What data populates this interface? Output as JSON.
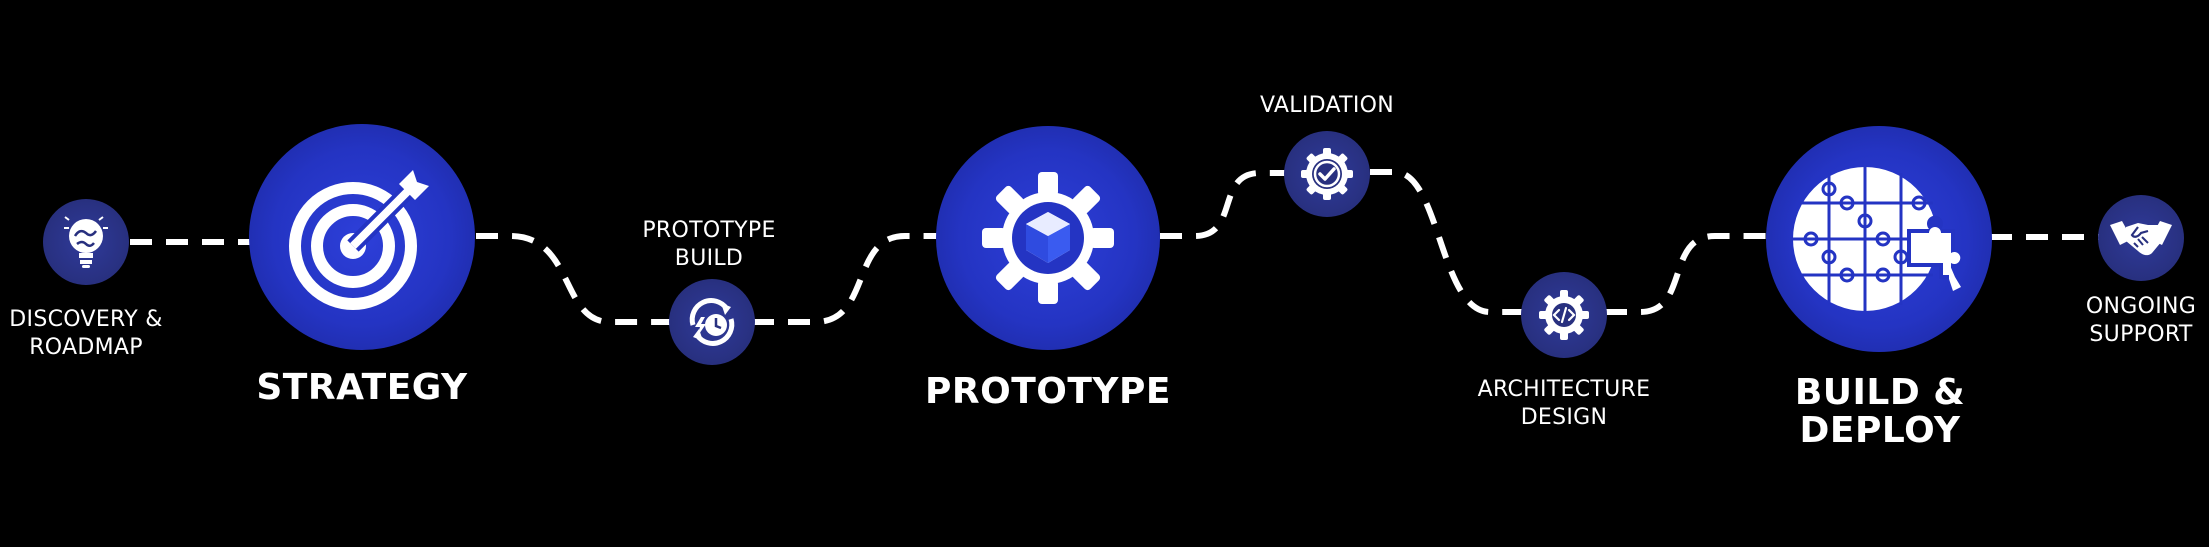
{
  "steps": {
    "discovery": {
      "line1": "DISCOVERY &",
      "line2": "ROADMAP",
      "icon": "lightbulb-globe-icon"
    },
    "strategy": {
      "label": "STRATEGY",
      "icon": "target-arrow-icon"
    },
    "prototype_build": {
      "line1": "PROTOTYPE",
      "line2": "BUILD",
      "icon": "refresh-clock-icon"
    },
    "prototype": {
      "label": "PROTOTYPE",
      "icon": "gear-cube-icon"
    },
    "validation": {
      "label": "VALIDATION",
      "icon": "badge-check-icon"
    },
    "architecture": {
      "line1": "ARCHITECTURE",
      "line2": "DESIGN",
      "icon": "gear-code-icon"
    },
    "build_deploy": {
      "line1": "BUILD &",
      "line2": "DEPLOY",
      "icon": "puzzle-globe-icon"
    },
    "support": {
      "line1": "ONGOING",
      "line2": "SUPPORT",
      "icon": "handshake-icon"
    }
  },
  "colors": {
    "background": "#000000",
    "node": "#2434c3",
    "node_small": "#28307f",
    "path": "#ffffff"
  }
}
